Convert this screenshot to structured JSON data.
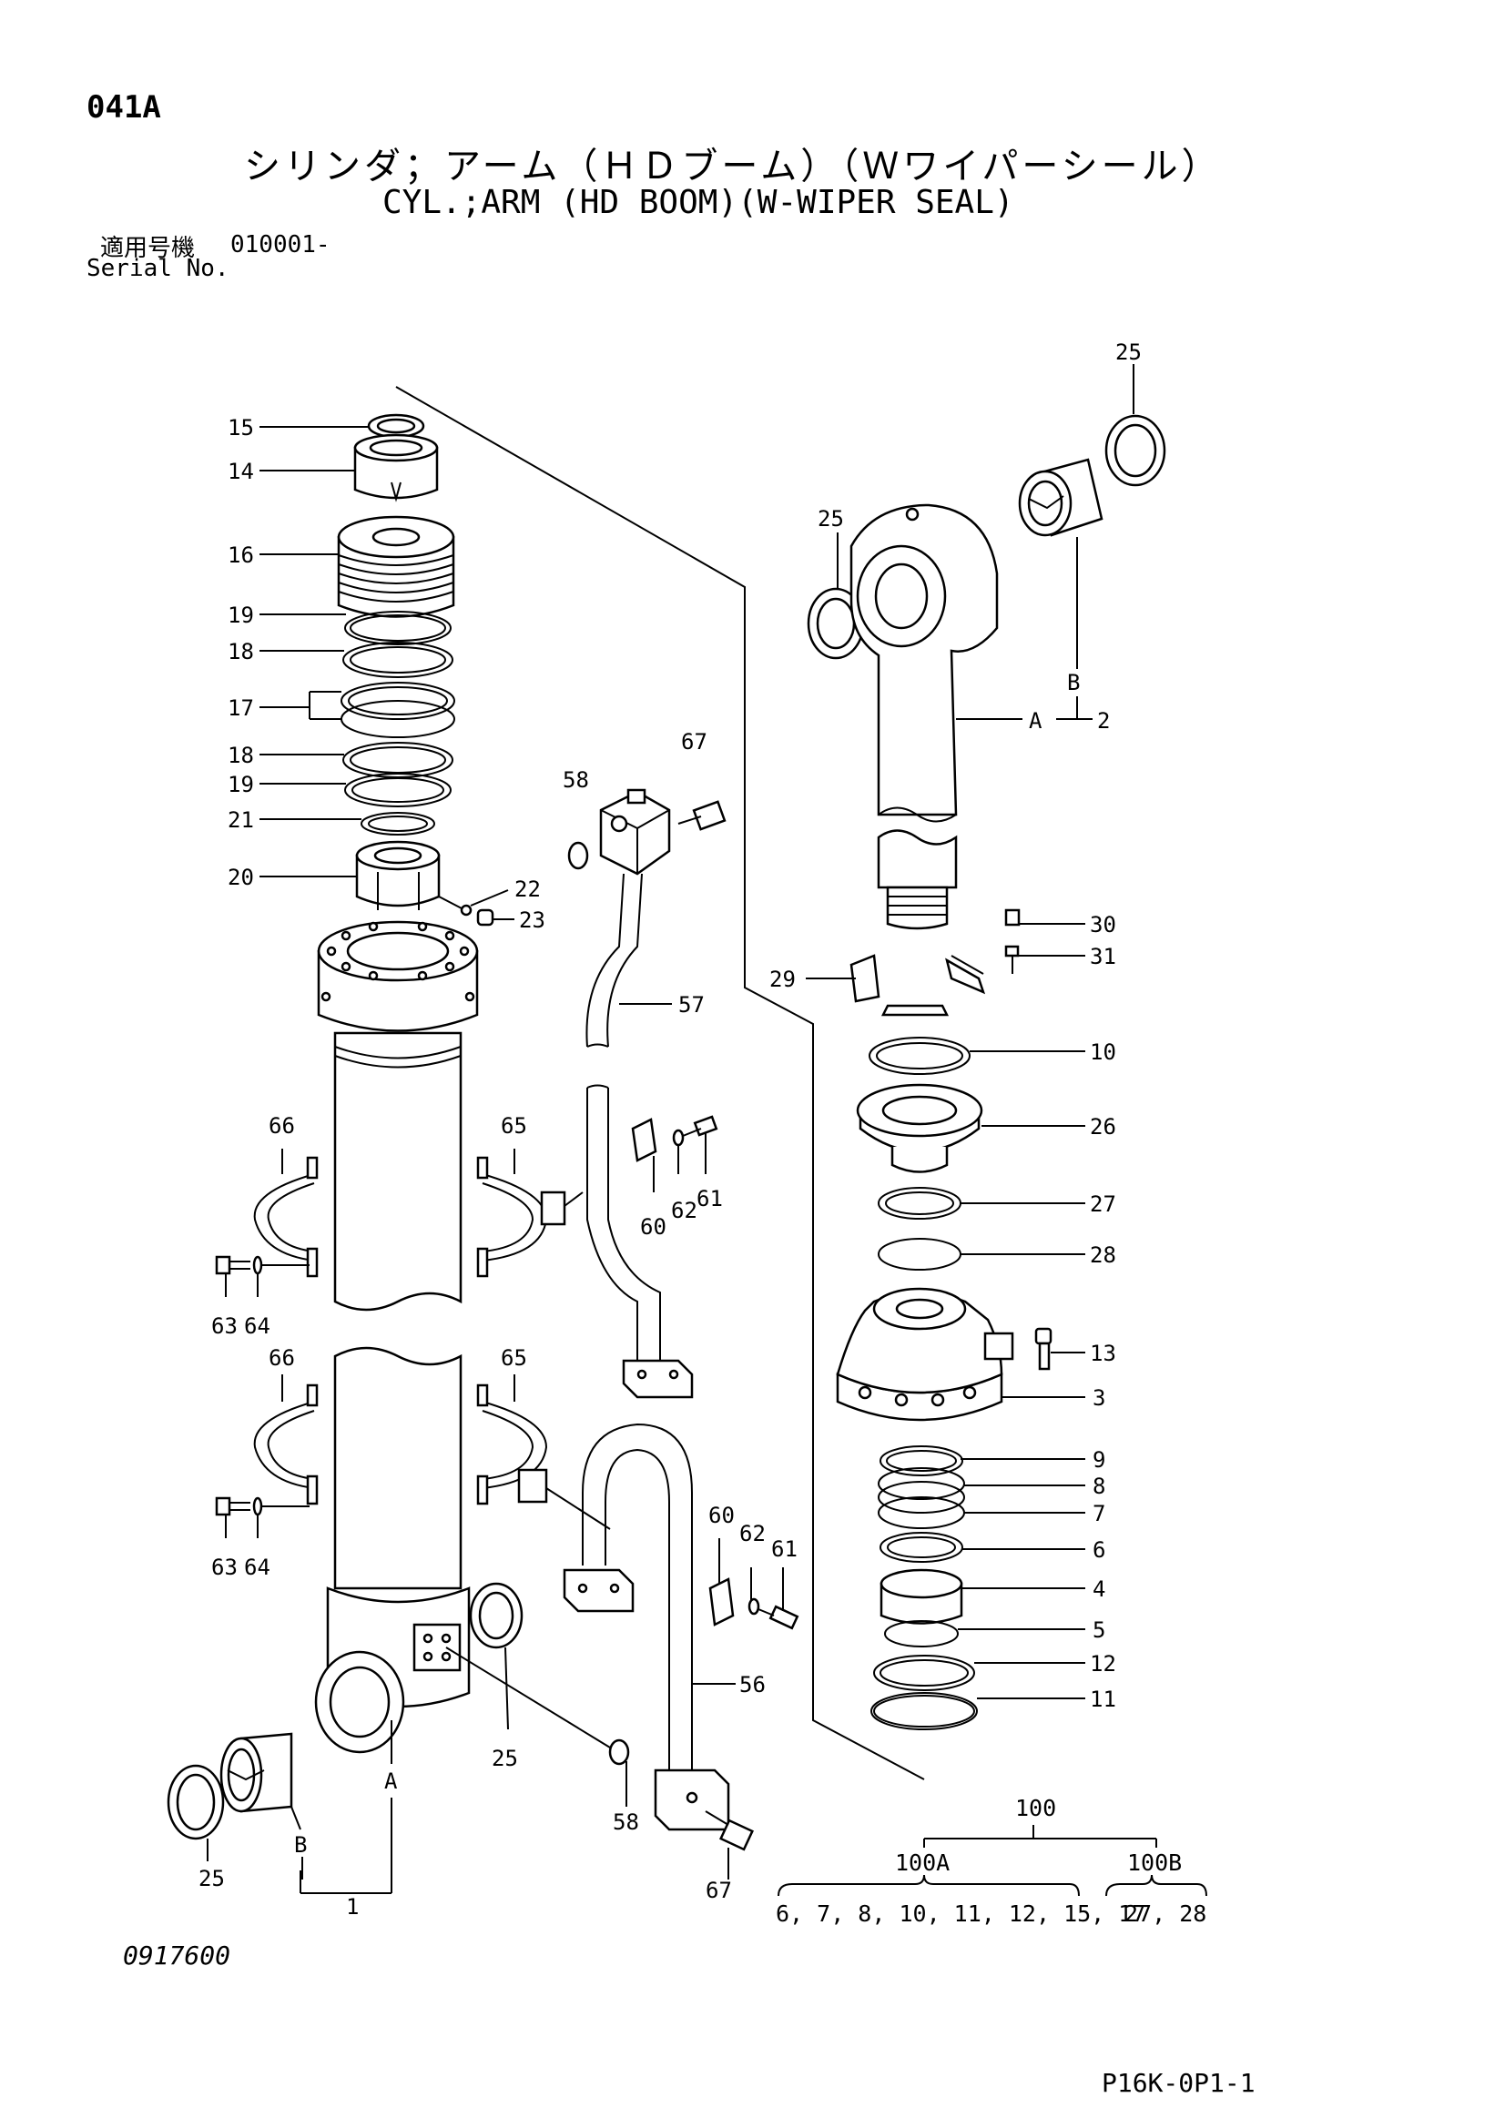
{
  "header": {
    "page_code": "041A",
    "title_ja": "シリンダ；アーム（ＨＤブーム）（Ｗワイパーシール）",
    "title_en": "CYL.;ARM (HD BOOM)(W-WIPER SEAL)",
    "serial_label_ja": "適用号機",
    "serial_label_en": "Serial No.",
    "serial_value": "010001-"
  },
  "labels": {
    "p15": "15",
    "p14": "14",
    "p16": "16",
    "p19a": "19",
    "p18a": "18",
    "p17": "17",
    "p18b": "18",
    "p19b": "19",
    "p21": "21",
    "p20": "20",
    "p22": "22",
    "p23": "23",
    "p58a": "58",
    "p67a": "67",
    "p57": "57",
    "p66a": "66",
    "p65a": "65",
    "p60a": "60",
    "p62a": "62",
    "p61a": "61",
    "p63a": "63",
    "p64a": "64",
    "p66b": "66",
    "p65b": "65",
    "p63b": "63",
    "p64b": "64",
    "p60b": "60",
    "p62b": "62",
    "p61b": "61",
    "p56": "56",
    "p25a": "25",
    "p25b": "25",
    "p25c": "25",
    "p25d": "25",
    "p58b": "58",
    "p67b": "67",
    "pA1": "A",
    "pB1": "B",
    "p1": "1",
    "pB2": "B",
    "pA2": "A",
    "p2": "2",
    "p30": "30",
    "p31": "31",
    "p29": "29",
    "p10": "10",
    "p26": "26",
    "p27": "27",
    "p28": "28",
    "p13": "13",
    "p3": "3",
    "p9": "9",
    "p8": "8",
    "p7": "7",
    "p6": "6",
    "p4": "4",
    "p5": "5",
    "p12": "12",
    "p11": "11",
    "p100": "100",
    "p100A": "100A",
    "p100B": "100B",
    "kit100A": "6, 7, 8, 10, 11, 12, 15, 17",
    "kit100B": "27, 28"
  },
  "footer": {
    "drawing_no": "0917600",
    "page_ref": "P16K-0P1-1"
  }
}
